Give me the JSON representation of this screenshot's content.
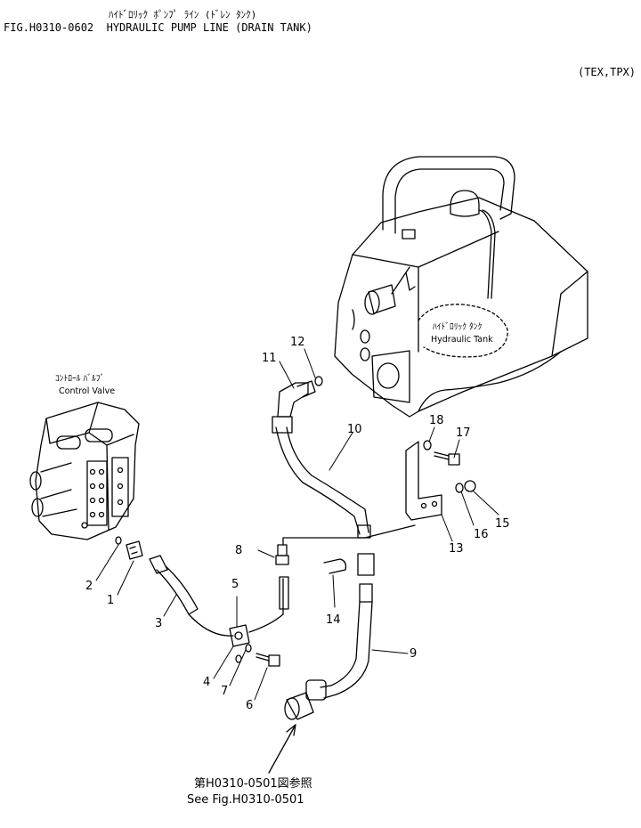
{
  "header": {
    "title_japanese": "ﾊｲﾄﾞﾛﾘｯｸ ﾎﾟﾝﾌﾟ ﾗｲﾝ (ﾄﾞﾚﾝ ﾀﾝｸ)",
    "fig_number": "FIG.H0310-0602",
    "title": "HYDRAULIC PUMP LINE (DRAIN TANK)",
    "variant": "(TEX,TPX)"
  },
  "labels": {
    "control_valve_jp": "ｺﾝﾄﾛｰﾙ ﾊﾞﾙﾌﾞ",
    "control_valve": "Control Valve",
    "hydraulic_tank_jp": "ﾊｲﾄﾞﾛﾘｯｸ ﾀﾝｸ",
    "hydraulic_tank": "Hydraulic Tank"
  },
  "reference": {
    "japanese": "第H0310-0501図参照",
    "english": "See Fig.H0310-0501"
  },
  "callouts": [
    "1",
    "2",
    "3",
    "4",
    "5",
    "6",
    "7",
    "8",
    "9",
    "10",
    "11",
    "12",
    "13",
    "14",
    "15",
    "16",
    "17",
    "18"
  ]
}
